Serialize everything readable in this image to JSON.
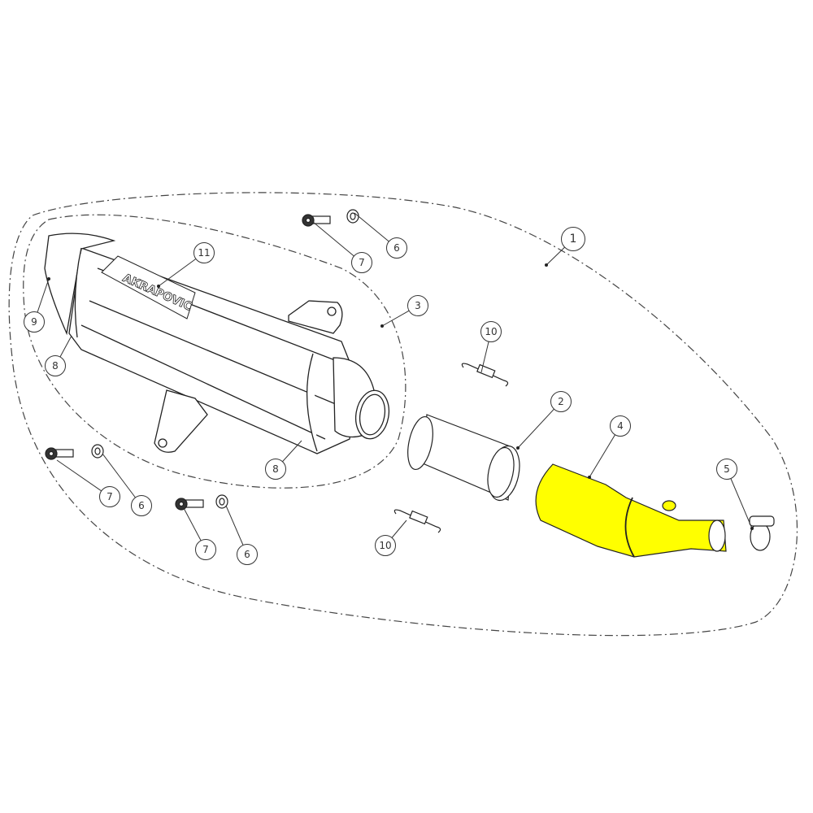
{
  "title": "Exhaust system exploded parts diagram",
  "brand_logo_text": "AKRAPOVIC",
  "colors": {
    "line": "#222222",
    "highlight": "#ffff00",
    "dash": "#444444"
  },
  "callouts": [
    {
      "id": "c1",
      "label": "1",
      "part": "complete-exhaust-system"
    },
    {
      "id": "c2",
      "label": "2",
      "part": "sleeve"
    },
    {
      "id": "c3",
      "label": "3",
      "part": "muffler"
    },
    {
      "id": "c4",
      "label": "4",
      "part": "link-pipe"
    },
    {
      "id": "c5",
      "label": "5",
      "part": "clamp"
    },
    {
      "id": "c6a",
      "label": "6",
      "part": "washer"
    },
    {
      "id": "c6b",
      "label": "6",
      "part": "washer"
    },
    {
      "id": "c6c",
      "label": "6",
      "part": "washer"
    },
    {
      "id": "c7a",
      "label": "7",
      "part": "bolt"
    },
    {
      "id": "c7b",
      "label": "7",
      "part": "bolt"
    },
    {
      "id": "c7c",
      "label": "7",
      "part": "bolt"
    },
    {
      "id": "c8a",
      "label": "8",
      "part": "rivet"
    },
    {
      "id": "c8b",
      "label": "8",
      "part": "rivet"
    },
    {
      "id": "c9",
      "label": "9",
      "part": "end-cap"
    },
    {
      "id": "c10a",
      "label": "10",
      "part": "spring"
    },
    {
      "id": "c10b",
      "label": "10",
      "part": "spring"
    },
    {
      "id": "c11",
      "label": "11",
      "part": "logo-plate"
    }
  ]
}
